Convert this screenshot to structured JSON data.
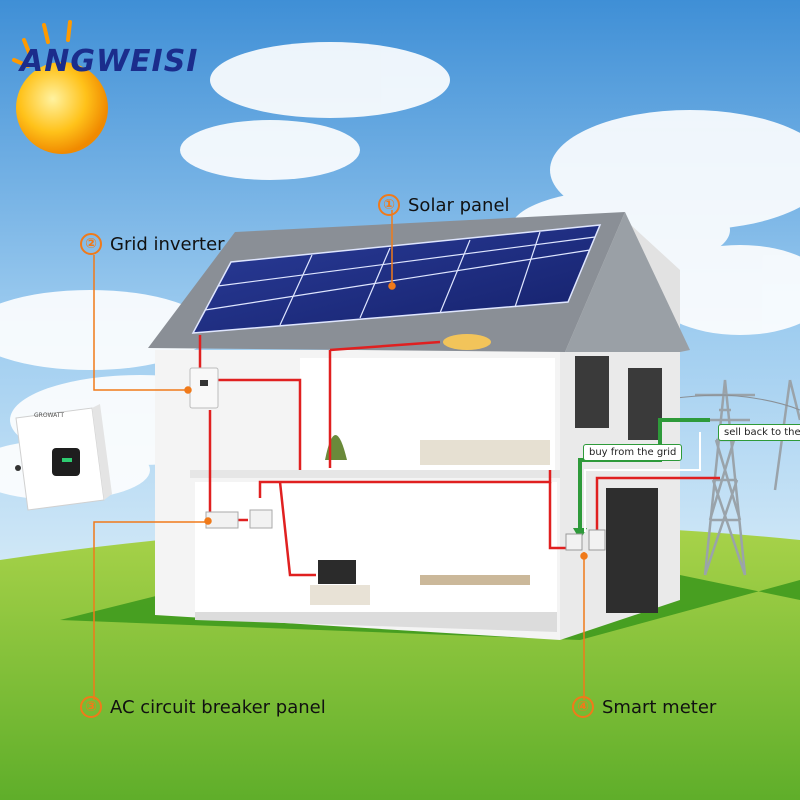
{
  "brand": {
    "name": "ANGWEISI"
  },
  "device": {
    "brand": "GROWATT"
  },
  "callouts": [
    {
      "number": "①",
      "label": "Solar panel"
    },
    {
      "number": "②",
      "label": "Grid inverter"
    },
    {
      "number": "③",
      "label": "AC circuit breaker panel"
    },
    {
      "number": "④",
      "label": "Smart meter"
    }
  ],
  "flows": {
    "buy": "buy from the grid",
    "sell": "sell back to the grid"
  },
  "colors": {
    "accent": "#f07a1a",
    "wire": "#e02020",
    "flow": "#2e9a3a",
    "brand": "#1b2d8c"
  }
}
